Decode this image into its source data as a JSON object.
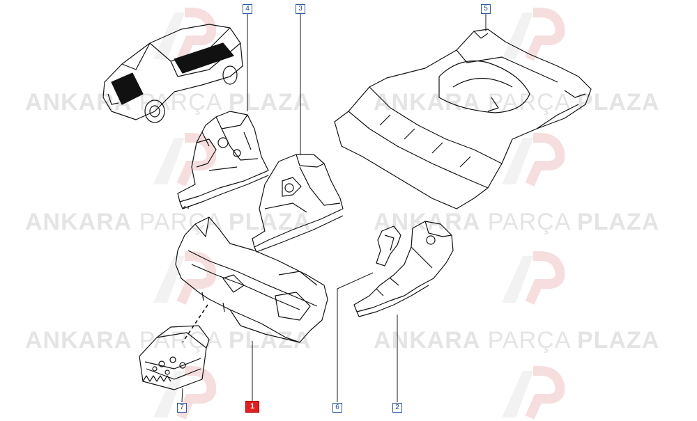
{
  "watermark": {
    "brand": "ANKARA",
    "middle": "PARÇA",
    "end": "PLAZA"
  },
  "callouts": [
    {
      "label": "4",
      "selected": false
    },
    {
      "label": "3",
      "selected": false
    },
    {
      "label": "5",
      "selected": false
    },
    {
      "label": "7",
      "selected": false
    },
    {
      "label": "1",
      "selected": true
    },
    {
      "label": "6",
      "selected": false
    },
    {
      "label": "2",
      "selected": false
    }
  ],
  "colors": {
    "callout_border": "#2b5aa0",
    "callout_selected": "#e02020",
    "line_art": "#111111",
    "watermark": "#e4e4e4"
  }
}
